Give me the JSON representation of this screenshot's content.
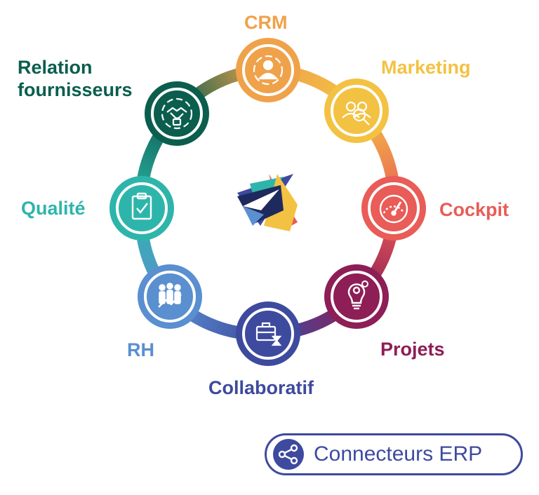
{
  "modules": [
    {
      "id": "crm",
      "label_lines": [
        "CRM"
      ],
      "color": "#EFA24A",
      "icon": "contact-user-icon"
    },
    {
      "id": "marketing",
      "label_lines": [
        "Marketing"
      ],
      "color": "#F3C243",
      "icon": "target-audience-icon"
    },
    {
      "id": "cockpit",
      "label_lines": [
        "Cockpit"
      ],
      "color": "#E95C57",
      "icon": "speedometer-icon"
    },
    {
      "id": "projets",
      "label_lines": [
        "Projets"
      ],
      "color": "#8D1E56",
      "icon": "lightbulb-gear-icon"
    },
    {
      "id": "collaboratif",
      "label_lines": [
        "Collaboratif"
      ],
      "color": "#3E4A9E",
      "icon": "briefcase-hourglass-icon"
    },
    {
      "id": "rh",
      "label_lines": [
        "RH"
      ],
      "color": "#5A8FD0",
      "icon": "team-growth-icon"
    },
    {
      "id": "qualite",
      "label_lines": [
        "Qualité"
      ],
      "color": "#2EB5AB",
      "icon": "clipboard-check-icon"
    },
    {
      "id": "relation",
      "label_lines": [
        "Relation",
        "fournisseurs"
      ],
      "color": "#0B5E4E",
      "icon": "handshake-icon"
    }
  ],
  "center_logo": {
    "icon": "arrow-logo-icon",
    "colors": [
      "#3E4A9E",
      "#2EB5AB",
      "#F3C243",
      "#E95C57",
      "#1E2A5E"
    ]
  },
  "erp_button": {
    "label": "Connecteurs ERP",
    "icon": "share-nodes-icon",
    "color": "#3E4A9E"
  }
}
